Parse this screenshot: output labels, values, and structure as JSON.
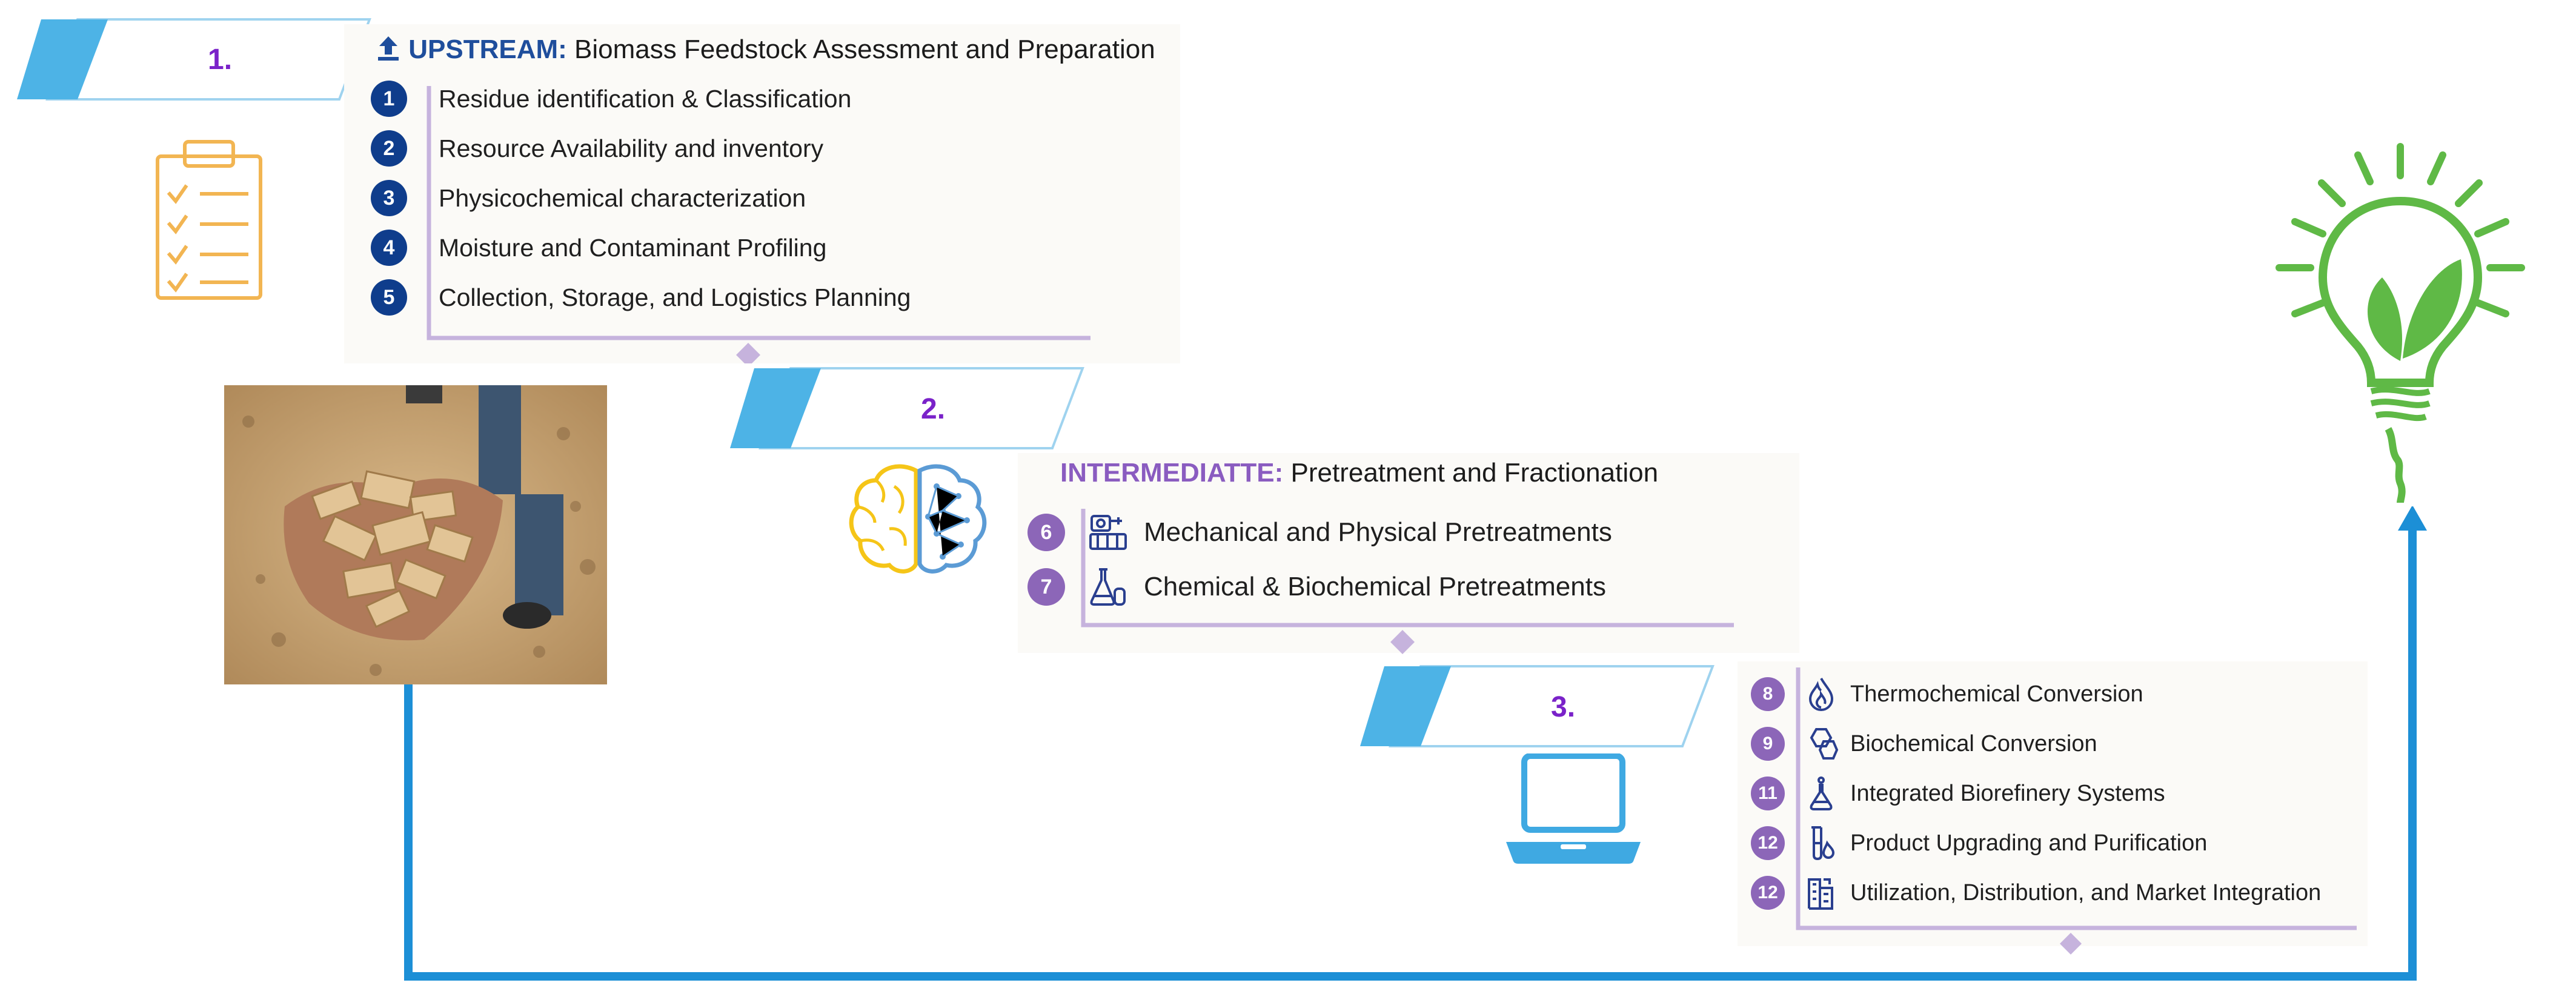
{
  "colors": {
    "banner_blue": "#4db3e6",
    "banner_outline": "#9fd3ef",
    "number_purple": "#7a22c9",
    "upstream_blue": "#1f4e9c",
    "intermediate_purple": "#8a5cc0",
    "bracket_lilac": "#c6b3dd",
    "circle_navy": "#0f3d8c",
    "circle_purple": "#8c66b8",
    "loop_blue": "#1c8fd6",
    "bulb_green": "#5fb946",
    "clipboard_orange": "#f2b552",
    "laptop_blue": "#3fa9e2"
  },
  "banners": [
    {
      "number": "1."
    },
    {
      "number": "2."
    },
    {
      "number": "3."
    }
  ],
  "upstream": {
    "icon": "up-arrow-icon",
    "key": "UPSTREAM:",
    "title": "Biomass Feedstock Assessment and Preparation",
    "items": [
      {
        "num": "1",
        "label": "Residue identification & Classification"
      },
      {
        "num": "2",
        "label": "Resource Availability and inventory"
      },
      {
        "num": "3",
        "label": "Physicochemical characterization"
      },
      {
        "num": "4",
        "label": "Moisture and Contaminant Profiling"
      },
      {
        "num": "5",
        "label": "Collection, Storage, and Logistics Planning"
      }
    ]
  },
  "intermediate": {
    "key": "INTERMEDIATTE:",
    "title": "Pretreatment and Fractionation",
    "items": [
      {
        "num": "6",
        "icon": "machinery-icon",
        "label": "Mechanical and Physical Pretreatments"
      },
      {
        "num": "7",
        "icon": "flask-icon",
        "label": "Chemical & Biochemical Pretreatments"
      }
    ]
  },
  "downstream": {
    "items": [
      {
        "num": "8",
        "icon": "flame-icon",
        "label": "Thermochemical Conversion"
      },
      {
        "num": "9",
        "icon": "molecule-icon",
        "label": "Biochemical Conversion"
      },
      {
        "num": "11",
        "icon": "beaker-icon",
        "label": "Integrated Biorefinery Systems"
      },
      {
        "num": "12",
        "icon": "test-tube-icon",
        "label": "Product Upgrading and Purification"
      },
      {
        "num": "12",
        "icon": "distribution-icon",
        "label": "Utilization, Distribution, and Market Integration"
      }
    ]
  },
  "illustrations": [
    "clipboard-checklist-icon",
    "brain-icon",
    "laptop-icon",
    "lightbulb-leaf-icon",
    "wood-chips-photo"
  ]
}
